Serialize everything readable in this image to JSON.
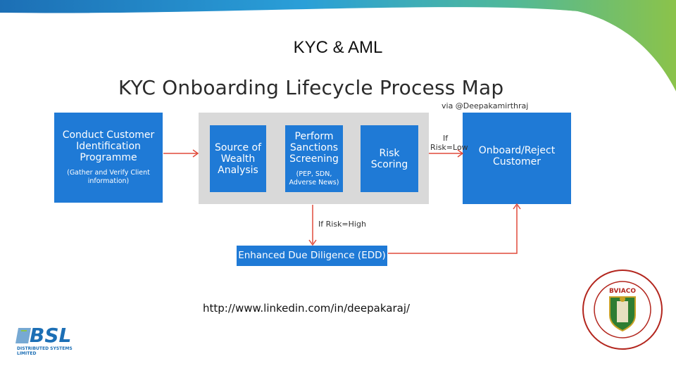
{
  "slide": {
    "title": "KYC & AML",
    "url": "http://www.linkedin.com/in/deepakaraj/"
  },
  "diagram": {
    "title": "KYC Onboarding Lifecycle Process Map",
    "credit": "via @Deepakamirthraj",
    "cip": {
      "title_lines": [
        "Conduct Customer",
        "Identification",
        "Programme"
      ],
      "subtitle_lines": [
        "(Gather and Verify Client",
        "information)"
      ]
    },
    "source_of_wealth": {
      "title_lines": [
        "Source of",
        "Wealth",
        "Analysis"
      ]
    },
    "sanctions": {
      "title_lines": [
        "Perform",
        "Sanctions",
        "Screening"
      ],
      "subtitle_lines": [
        "(PEP, SDN,",
        "Adverse News)"
      ]
    },
    "risk_scoring": {
      "title_lines": [
        "Risk",
        "Scoring"
      ]
    },
    "onboard": {
      "title_lines": [
        "Onboard/Reject",
        "Customer"
      ]
    },
    "edd": {
      "title": "Enhanced Due Diligence (EDD)"
    },
    "label_low_lines": [
      "If",
      "Risk=Low"
    ],
    "label_high": "If Risk=High"
  },
  "logos": {
    "left_brand": "BSL",
    "left_caption": "DISTRIBUTED SYSTEMS LIMITED",
    "right_brand": "BVIACO"
  },
  "colors": {
    "box_blue": "#1f7ad6",
    "panel_gray": "#d9d9d9",
    "arrow_red": "#e04a3a",
    "header_green": "#8bc34a",
    "header_blue": "#1c6fb5"
  }
}
